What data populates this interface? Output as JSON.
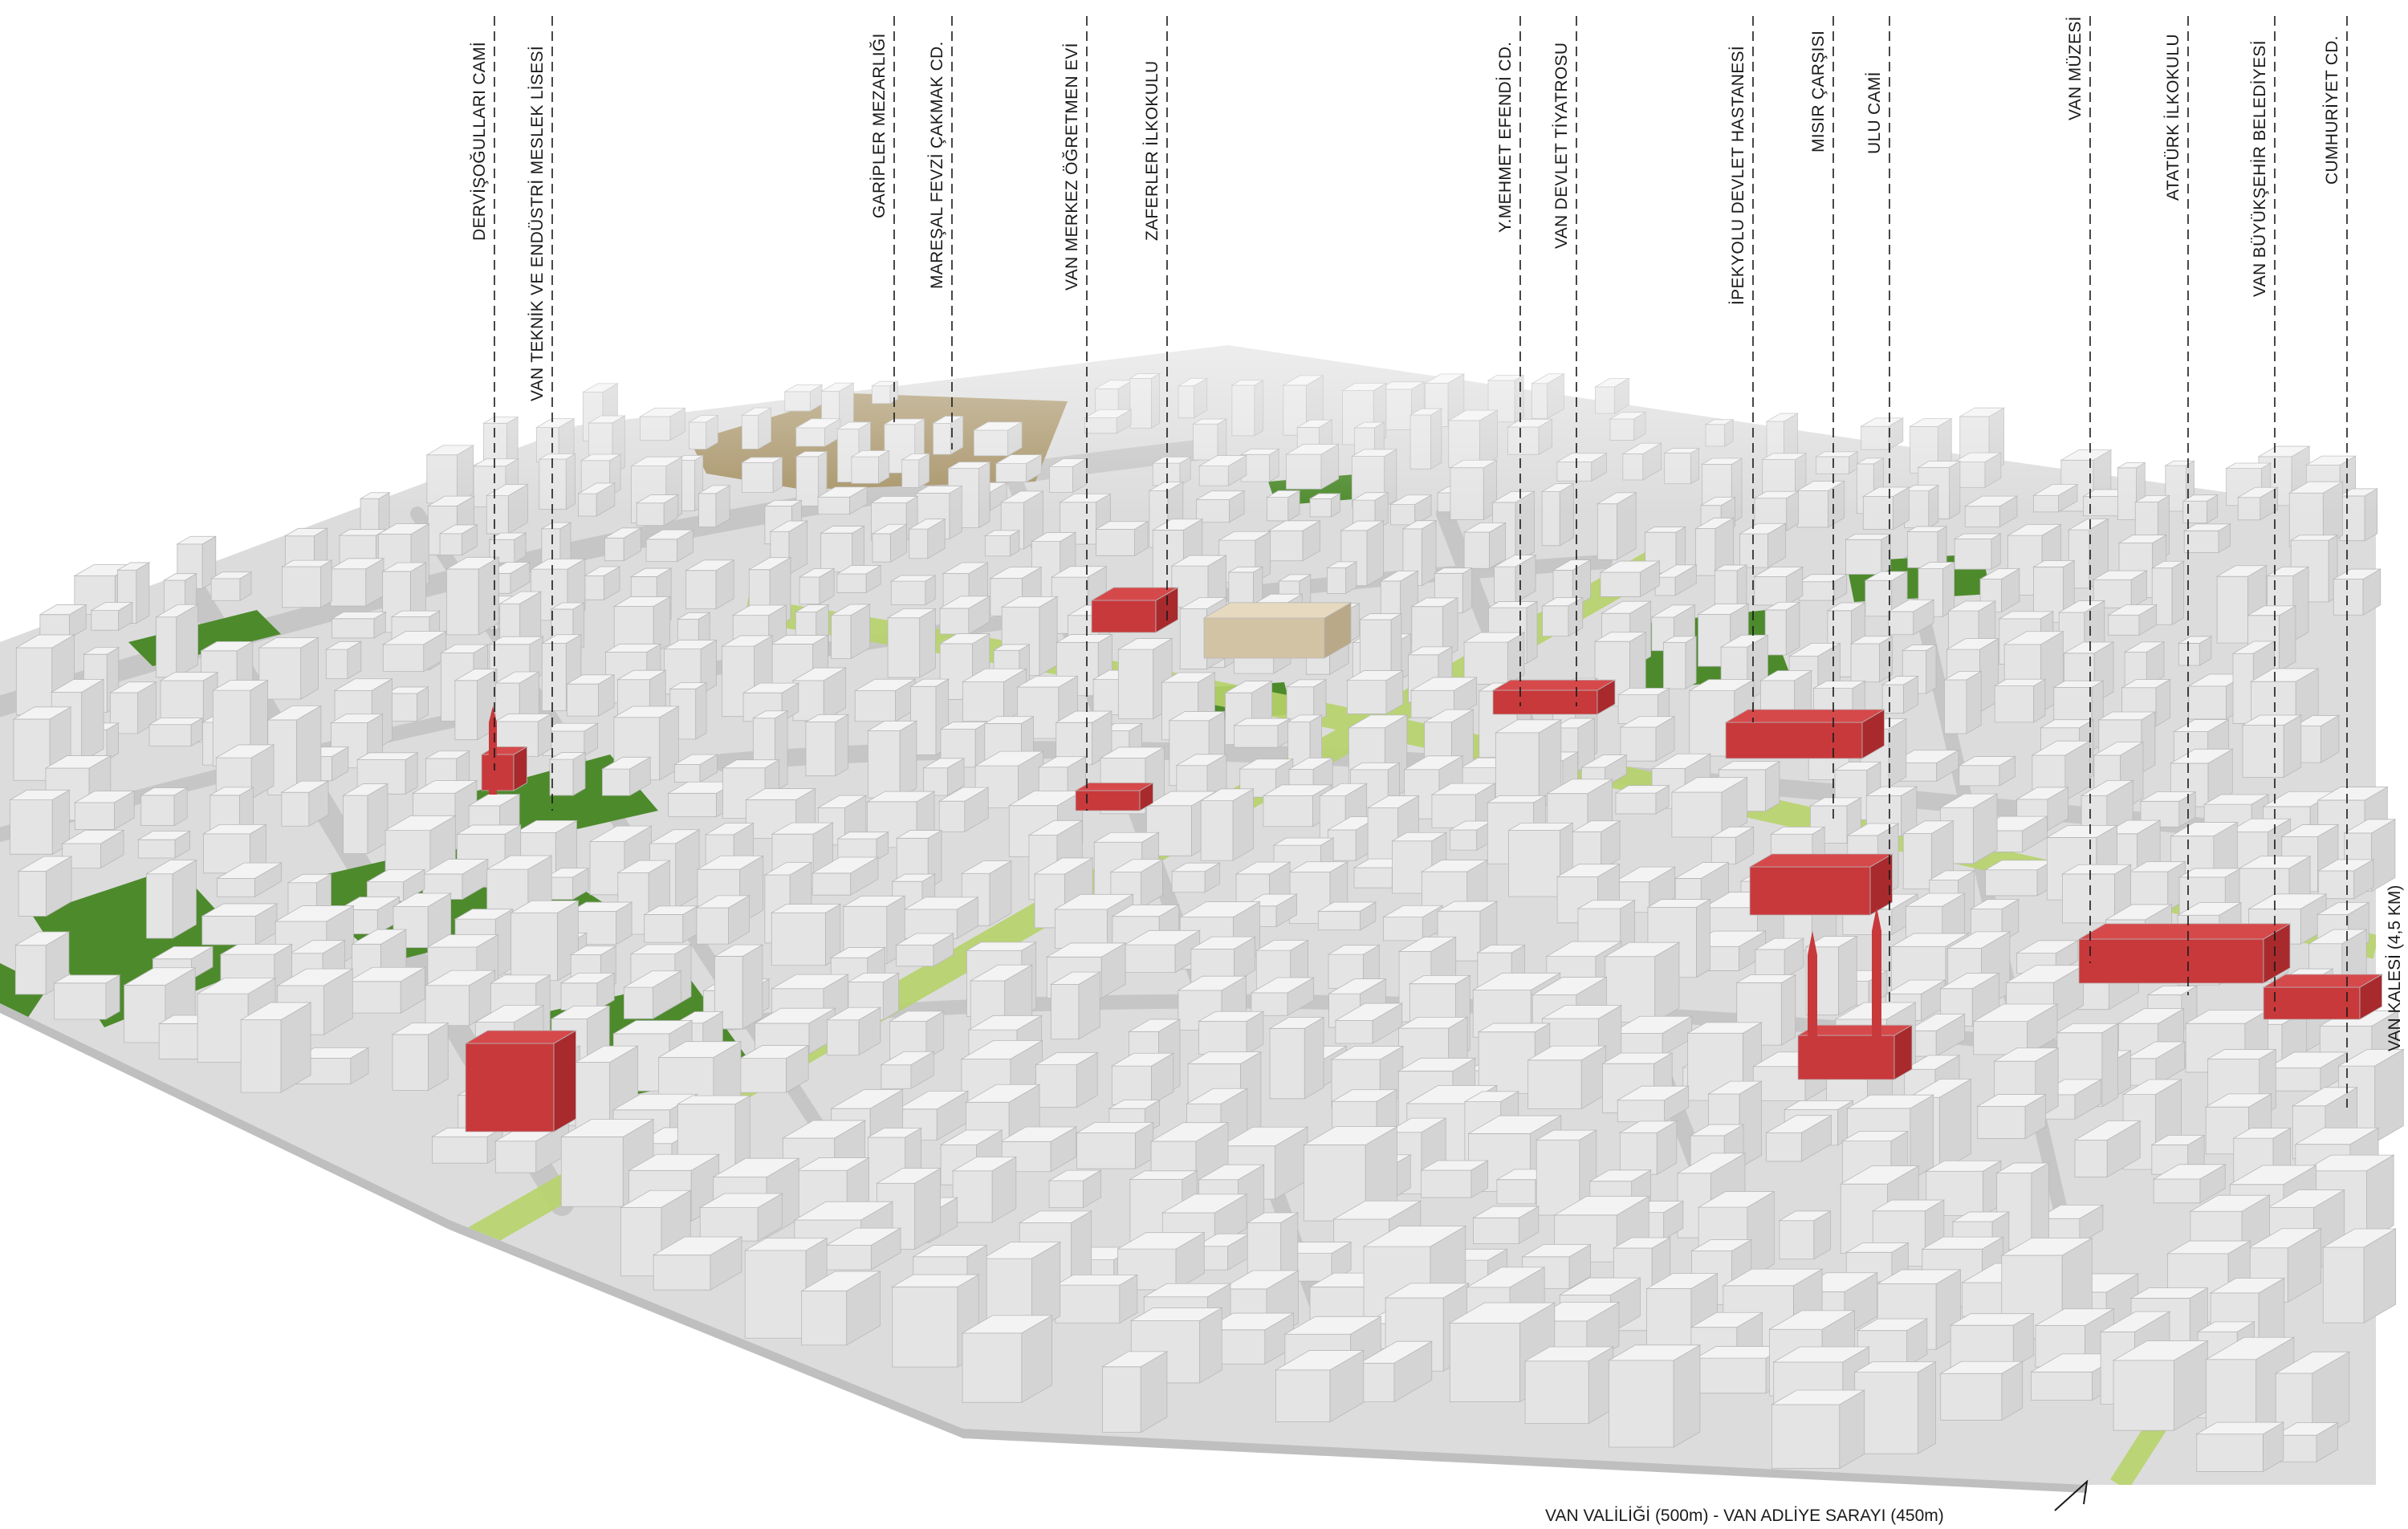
{
  "landmarks": [
    {
      "id": "dervisogullari-cami",
      "label": "DERVİŞOĞULLARI CAMİ"
    },
    {
      "id": "van-teknik",
      "label": "VAN TEKNİK VE ENDÜSTRİ MESLEK LİSESİ"
    },
    {
      "id": "garipler",
      "label": "GARİPLER MEZARLIĞI"
    },
    {
      "id": "maresal",
      "label": "MAREŞAL FEVZİ ÇAKMAK CD."
    },
    {
      "id": "van-merkez",
      "label": "VAN MERKEZ ÖĞRETMEN EVİ"
    },
    {
      "id": "zaferler",
      "label": "ZAFERLER İLKOKULU"
    },
    {
      "id": "ymehmet",
      "label": "Y.MEHMET EFENDİ CD."
    },
    {
      "id": "van-devlet-tiyatrosu",
      "label": "VAN DEVLET TİYATROSU"
    },
    {
      "id": "ipekyolu",
      "label": "İPEKYOLU DEVLET HASTANESİ"
    },
    {
      "id": "misir",
      "label": "MISIR ÇARŞISI"
    },
    {
      "id": "ulu",
      "label": "ULU CAMİ"
    },
    {
      "id": "van-muzesi",
      "label": "VAN MÜZESİ"
    },
    {
      "id": "ataturk",
      "label": "ATATÜRK İLKOKULU"
    },
    {
      "id": "buyuksehir",
      "label": "VAN BÜYÜKŞEHİR BELEDİYESİ"
    },
    {
      "id": "cumhuriyet",
      "label": "CUMHURİYET CD."
    }
  ],
  "side_label": "VAN KALESİ (4,5 KM)",
  "bottom_label": "VAN VALİLİĞİ (500m)  -  VAN ADLİYE SARAYI (450m)",
  "colors": {
    "ground": "#dcdcdc",
    "ground_dark": "#bfbfbf",
    "road": "#c6c6c6",
    "building_top": "#f3f3f3",
    "building_side": "#d4d4d4",
    "highlight": "#c8393b",
    "green": "#4d8a2c",
    "green_route": "#b7d36a",
    "cemetery": "#a89468"
  }
}
